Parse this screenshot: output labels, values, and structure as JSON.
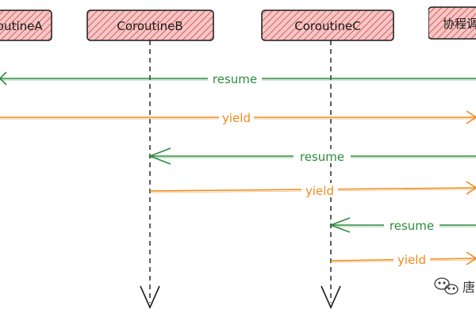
{
  "participants": [
    {
      "id": "a",
      "label": "CoroutineA"
    },
    {
      "id": "b",
      "label": "CoroutineB"
    },
    {
      "id": "c",
      "label": "CoroutineC"
    },
    {
      "id": "d",
      "label": "协程调度器"
    }
  ],
  "messages": [
    {
      "label": "resume",
      "kind": "resume"
    },
    {
      "label": "yield",
      "kind": "yield"
    },
    {
      "label": "resume",
      "kind": "resume"
    },
    {
      "label": "yield",
      "kind": "yield"
    },
    {
      "label": "resume",
      "kind": "resume"
    },
    {
      "label": "yield",
      "kind": "yield"
    }
  ],
  "watermark": {
    "icon": "wechat-icon",
    "text": "唐"
  },
  "colors": {
    "participant_fill": "#f4c7c6",
    "participant_hatch": "#e05a5a",
    "participant_border": "#1a1a1a",
    "lifeline": "#1a1a1a",
    "resume": "#2e8b3e",
    "yield": "#f08a1c"
  }
}
